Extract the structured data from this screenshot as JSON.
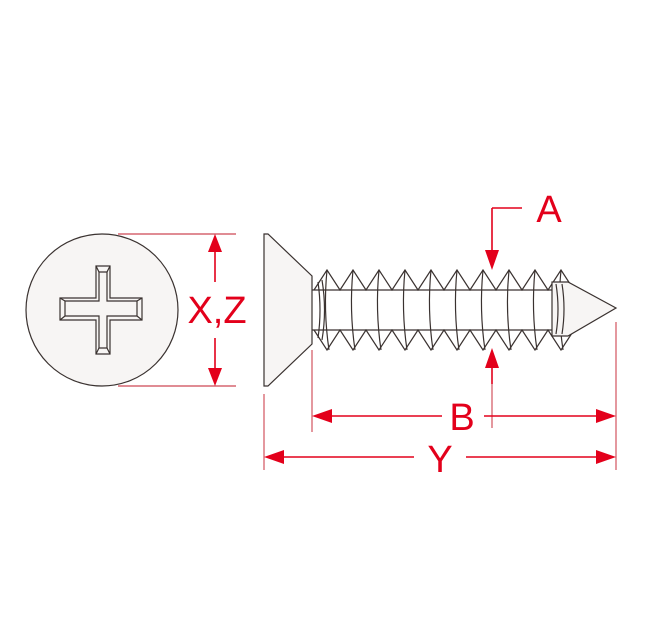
{
  "labels": {
    "head_diameter": "X,Z",
    "thread_major": "A",
    "thread_length": "B",
    "overall_length": "Y"
  },
  "colors": {
    "dimension": "#e3001b",
    "extension": "#c21a2a",
    "outline": "#3a3230",
    "background": "#ffffff"
  }
}
